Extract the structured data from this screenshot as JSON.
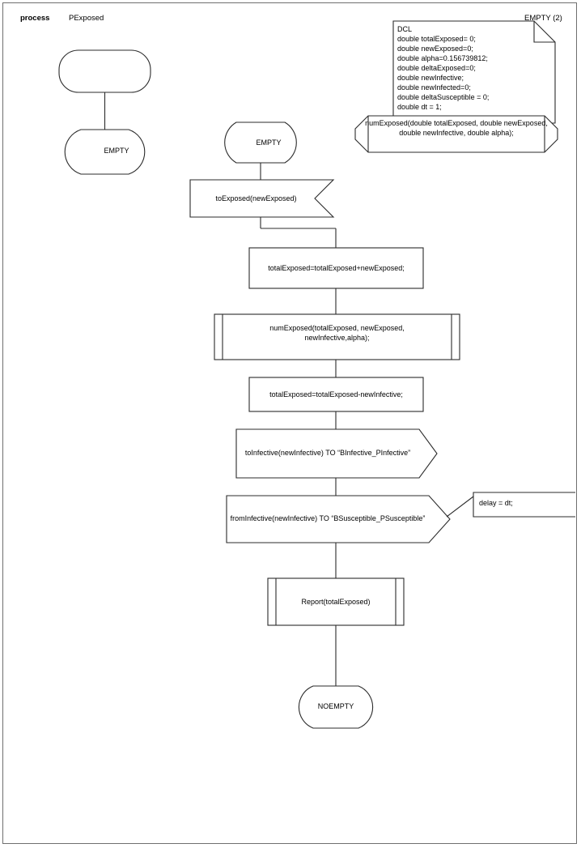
{
  "page": {
    "header_keyword": "process",
    "header_name": "PExposed",
    "page_ref": "EMPTY (2)"
  },
  "declaration": {
    "dcl_text": "DCL\ndouble totalExposed= 0;\ndouble newExposed=0;\ndouble alpha=0.156739812;\ndouble deltaExposed=0;\ndouble newInfective;\ndouble newInfected=0;\ndouble deltaSusceptible = 0;\ndouble dt = 1;",
    "procedure_decl": "numExposed(double totalExposed, double newExposed,\ndouble newInfective, double alpha);"
  },
  "left_branch": {
    "start_label": "",
    "state_label": "EMPTY"
  },
  "main_flow": {
    "state_top": "EMPTY",
    "input": "toExposed(newExposed)",
    "task_1": "totalExposed=totalExposed+newExposed;",
    "procedure_call": "numExposed(totalExposed, newExposed,\nnewInfective,alpha);",
    "task_2": "totalExposed=totalExposed-newInfective;",
    "output_1": "toInfective(newInfective) TO “BInfective_PInfective”",
    "output_2": "fromInfective(newInfective) TO “BSusceptible_PSusceptible”",
    "comment_delay": "delay = dt;",
    "report_call": "Report(totalExposed)",
    "state_bottom": "NOEMPTY"
  },
  "colors": {
    "stroke": "#2b2b2b",
    "frame": "#6f6f6f",
    "background": "#ffffff",
    "text": "#000000"
  }
}
